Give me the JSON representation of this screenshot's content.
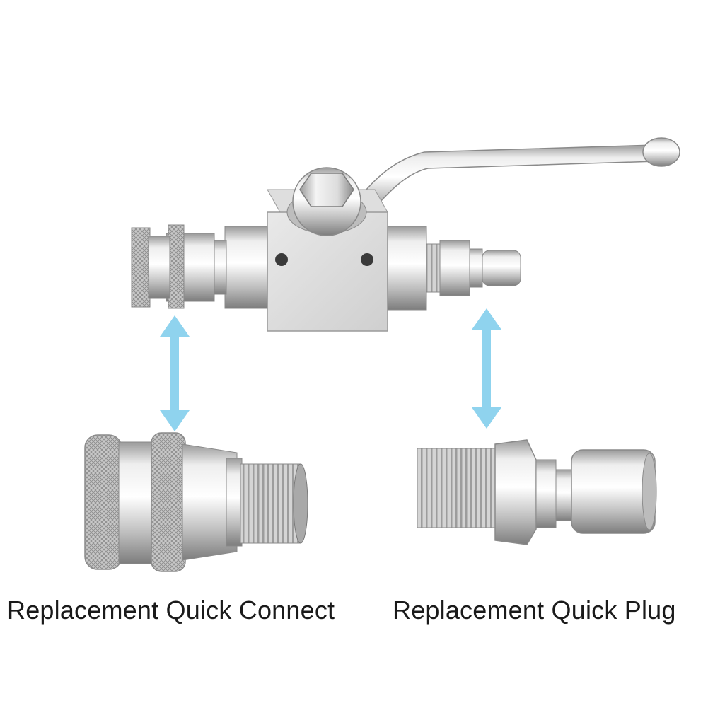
{
  "captions": {
    "left": "Replacement Quick Connect",
    "right": "Replacement Quick Plug"
  },
  "colors": {
    "background": "#ffffff",
    "arrow": "#8fd3ee",
    "steel_light": "#f2f2f2",
    "steel_mid": "#c9c9c9",
    "steel_dark": "#8e8e8e",
    "caption_text": "#1a1a1a"
  },
  "icons": {
    "arrow_left": "double-vertical-arrow",
    "arrow_right": "double-vertical-arrow"
  }
}
